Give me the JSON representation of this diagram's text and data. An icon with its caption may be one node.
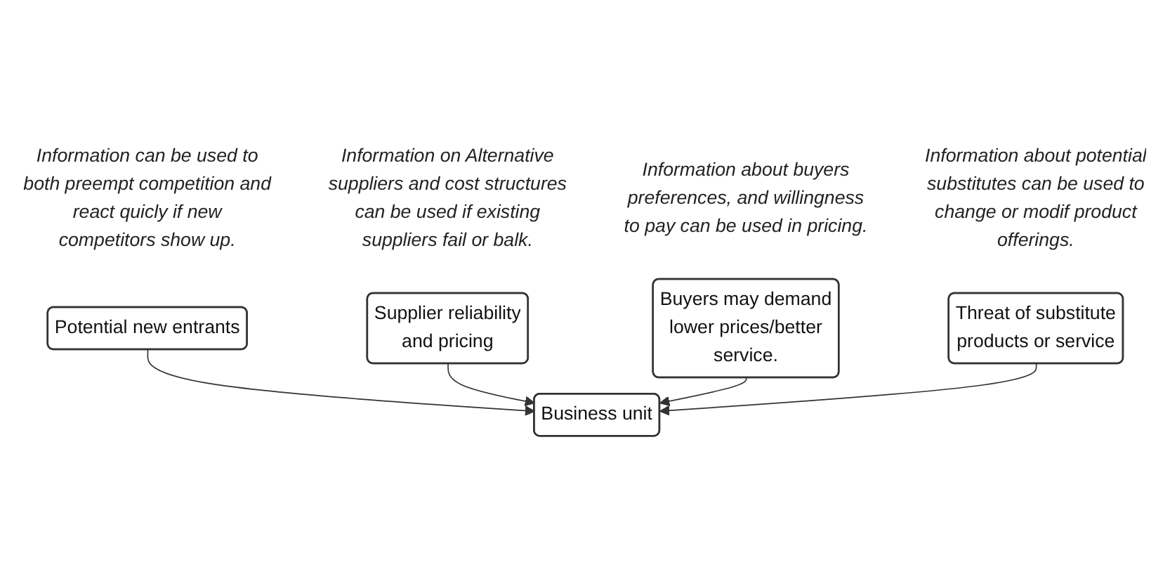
{
  "diagram": {
    "nodes": [
      {
        "text": [
          "Potential new entrants"
        ],
        "beside": [
          "Information can be used to both preempt competition and react quicly if new competitors show up."
        ]
      },
      {
        "text": [
          "Supplier reliability and pricing"
        ],
        "beside": [
          "Information on Alternative suppliers and cost structures can be used if existing suppliers fail or balk."
        ]
      },
      {
        "text": [
          "Business unit"
        ]
      },
      {
        "text": [
          "Buyers may demand lower prices/better service."
        ],
        "beside": [
          "Information about buyers preferences, and willingness to pay can be used in pricing."
        ]
      },
      {
        "text": [
          "Threat of substitute products or service"
        ],
        "beside": [
          "Information about potential substitutes can be used to change or modif product offerings."
        ]
      }
    ],
    "edges": [
      {
        "from": 0,
        "to": 2,
        "arrow": "to"
      },
      {
        "from": 1,
        "to": 2,
        "arrow": "to"
      },
      {
        "from": 3,
        "to": 2,
        "arrow": "to"
      },
      {
        "from": 4,
        "to": 2,
        "arrow": "to"
      }
    ]
  }
}
